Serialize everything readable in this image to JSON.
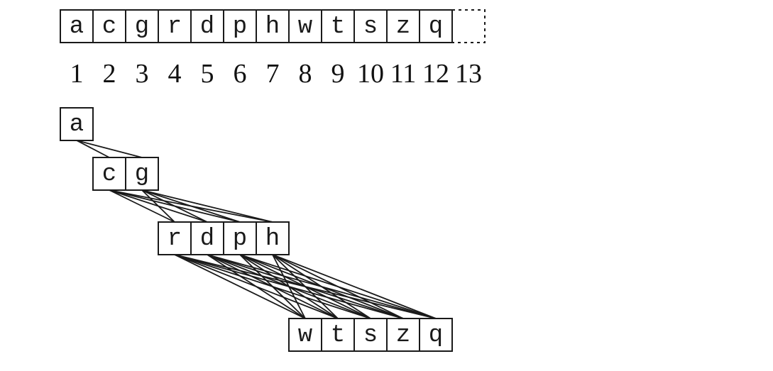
{
  "array": {
    "cells": [
      "a",
      "c",
      "g",
      "r",
      "d",
      "p",
      "h",
      "w",
      "t",
      "s",
      "z",
      "q"
    ],
    "indices": [
      "1",
      "2",
      "3",
      "4",
      "5",
      "6",
      "7",
      "8",
      "9",
      "10",
      "11",
      "12",
      "13"
    ],
    "empty_slots": 1
  },
  "tree": {
    "levels": [
      [
        "a"
      ],
      [
        "c",
        "g"
      ],
      [
        "r",
        "d",
        "p",
        "h"
      ],
      [
        "w",
        "t",
        "s",
        "z",
        "q"
      ]
    ]
  },
  "colors": {
    "stroke": "#1a1a1a",
    "background": "#ffffff"
  }
}
